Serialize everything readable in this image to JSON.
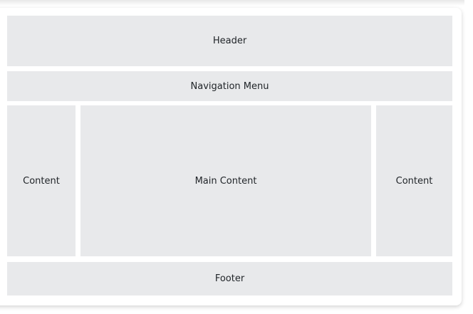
{
  "layout": {
    "header": {
      "label": "Header"
    },
    "nav": {
      "label": "Navigation Menu"
    },
    "left_sidebar": {
      "label": "Content"
    },
    "main": {
      "label": "Main Content"
    },
    "right_sidebar": {
      "label": "Content"
    },
    "footer": {
      "label": "Footer"
    }
  },
  "colors": {
    "block_bg": "#e8e9eb",
    "card_bg": "#ffffff",
    "page_bg": "#ffffff",
    "text": "#212529"
  }
}
